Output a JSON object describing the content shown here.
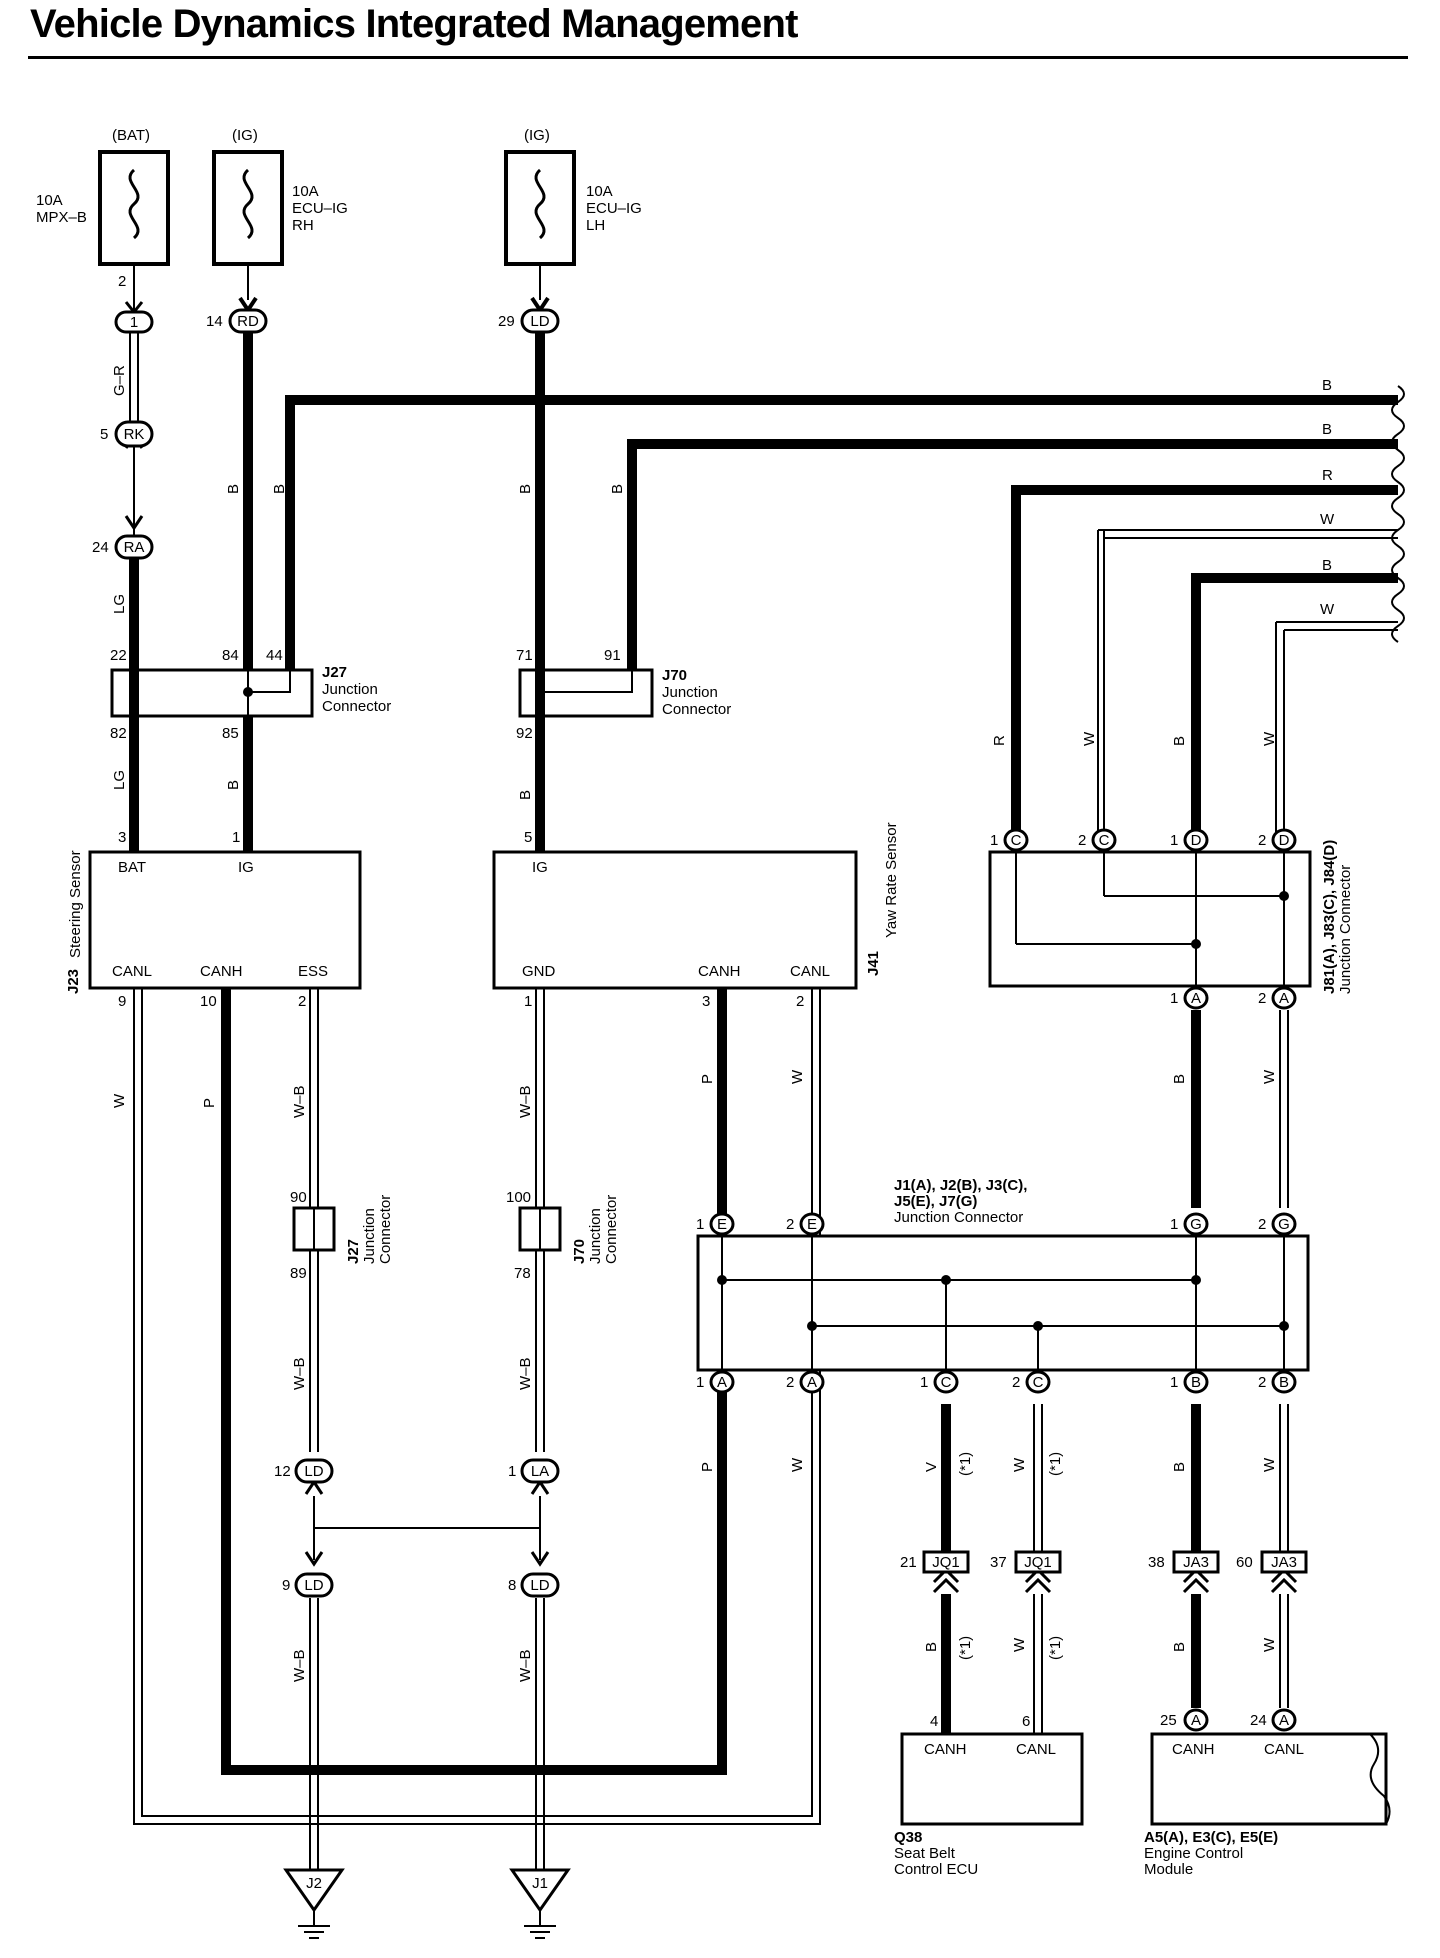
{
  "title": "Vehicle Dynamics Integrated Management",
  "fuses": [
    {
      "source": "(BAT)",
      "rating": "10A",
      "name": "MPX–B",
      "pin": "2"
    },
    {
      "source": "(IG)",
      "rating": "10A",
      "name": "ECU–IG",
      "name2": "RH"
    },
    {
      "source": "(IG)",
      "rating": "10A",
      "name": "ECU–IG",
      "name2": "LH"
    }
  ],
  "connectors": {
    "c1": {
      "pin": "1"
    },
    "rd": {
      "pin": "14",
      "name": "RD"
    },
    "ld_top": {
      "pin": "29",
      "name": "LD"
    },
    "rk": {
      "pin": "5",
      "name": "RK"
    },
    "ra": {
      "pin": "24",
      "name": "RA"
    },
    "ld12": {
      "pin": "12",
      "name": "LD"
    },
    "la1": {
      "pin": "1",
      "name": "LA"
    },
    "ld9": {
      "pin": "9",
      "name": "LD"
    },
    "ld8": {
      "pin": "8",
      "name": "LD"
    },
    "jq1_21": {
      "pin": "21",
      "name": "JQ1"
    },
    "jq1_37": {
      "pin": "37",
      "name": "JQ1"
    },
    "ja3_38": {
      "pin": "38",
      "name": "JA3"
    },
    "ja3_60": {
      "pin": "60",
      "name": "JA3"
    }
  },
  "j27_top": {
    "id": "J27",
    "l1": "Junction",
    "l2": "Connector",
    "p22": "22",
    "p84": "84",
    "p44": "44",
    "p82": "82",
    "p85": "85"
  },
  "j70_top": {
    "id": "J70",
    "l1": "Junction",
    "l2": "Connector",
    "p71": "71",
    "p91": "91",
    "p92": "92"
  },
  "j27_low": {
    "id": "J27",
    "l1": "Junction",
    "l2": "Connector",
    "p90": "90",
    "p89": "89"
  },
  "j70_low": {
    "id": "J70",
    "l1": "Junction",
    "l2": "Connector",
    "p100": "100",
    "p78": "78"
  },
  "steering": {
    "id": "J23",
    "name": "Steering Sensor",
    "bat": "BAT",
    "ig": "IG",
    "canl": "CANL",
    "canh": "CANH",
    "ess": "ESS",
    "p3": "3",
    "p1": "1",
    "p9": "9",
    "p10": "10",
    "p2": "2"
  },
  "yaw": {
    "id": "J41",
    "name": "Yaw Rate Sensor",
    "ig": "IG",
    "gnd": "GND",
    "canh": "CANH",
    "canl": "CANL",
    "p5": "5",
    "p1": "1",
    "p3": "3",
    "p2": "2"
  },
  "j81": {
    "title": "J81(A), J83(C), J84(D)",
    "sub": "Junction Connector",
    "pins": {
      "c1": "1",
      "c1l": "C",
      "c2": "2",
      "c2l": "C",
      "d1": "1",
      "d1l": "D",
      "d2": "2",
      "d2l": "D",
      "a1": "1",
      "a1l": "A",
      "a2": "2",
      "a2l": "A"
    }
  },
  "j1": {
    "title1": "J1(A), J2(B), J3(C),",
    "title2": "J5(E), J7(G)",
    "sub": "Junction Connector",
    "pins": {
      "e1": "1",
      "e": "E",
      "e2": "2",
      "g1": "1",
      "g": "G",
      "g2": "2",
      "a1": "1",
      "a": "A",
      "a2": "2",
      "c1": "1",
      "c": "C",
      "c2": "2",
      "b1": "1",
      "b": "B",
      "b2": "2"
    }
  },
  "seatbelt": {
    "id": "Q38",
    "l1": "Seat Belt",
    "l2": "Control ECU",
    "canh": "CANH",
    "canl": "CANL",
    "p4": "4",
    "p6": "6"
  },
  "engine": {
    "id": "A5(A), E3(C), E5(E)",
    "l1": "Engine Control",
    "l2": "Module",
    "canh": "CANH",
    "canl": "CANL",
    "p25": "25",
    "p24": "24",
    "pa": "A"
  },
  "grounds": {
    "j2": "J2",
    "j1": "J1"
  },
  "note": "(*1)",
  "wire_colors": {
    "B": "B",
    "R": "R",
    "W": "W",
    "GR": "G–R",
    "LG": "LG",
    "P": "P",
    "WB": "W–B",
    "V": "V"
  },
  "colors": {
    "wire": "#000000",
    "background": "#ffffff"
  }
}
